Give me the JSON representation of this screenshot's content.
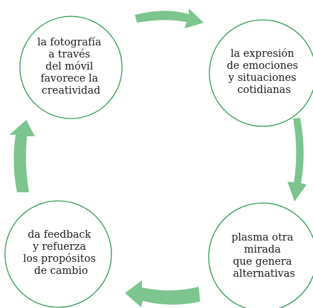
{
  "nodes": [
    {
      "id": "top-left",
      "lines": [
        "la fotografía",
        "a través",
        "del móvil",
        "favorece la",
        "creatividad"
      ]
    },
    {
      "id": "top-right",
      "lines": [
        "la expresión",
        "de emociones",
        "y situaciones",
        "cotidianas"
      ]
    },
    {
      "id": "bottom-right",
      "lines": [
        "plasma otra",
        "mirada",
        "que genera",
        "alternativas"
      ]
    },
    {
      "id": "bottom-left",
      "lines": [
        "da feedback",
        "y refuerza",
        "los propósitos",
        "de cambio"
      ]
    }
  ],
  "colors": {
    "circle_stroke": "#2e9a52",
    "arrow_fill": "#7cc58e",
    "text": "#1a1a1a"
  }
}
